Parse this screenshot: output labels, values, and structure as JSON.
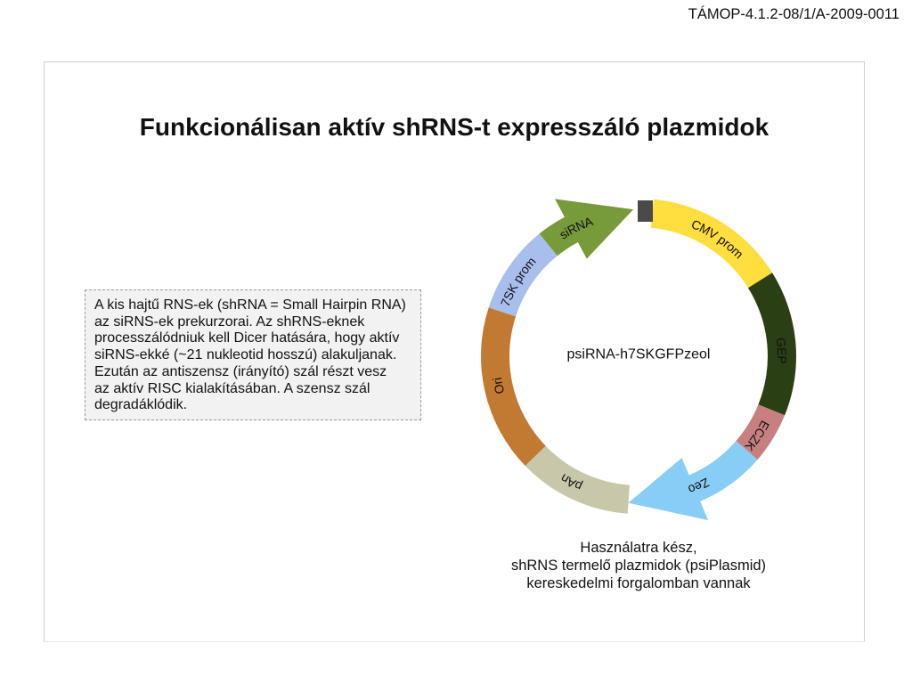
{
  "header": {
    "project_code": "TÁMOP-4.1.2-08/1/A-2009-0011"
  },
  "slide": {
    "title": "Funkcionálisan aktív shRNS-t expresszáló plazmidok",
    "explanation": {
      "lines": [
        "A kis hajtű RNS-ek (shRNA = Small Hairpin RNA)",
        "az siRNS-ek prekurzorai. Az shRNS-eknek",
        "processzálódniuk kell Dicer hatására, hogy aktív",
        "siRNS-ekké (~21 nukleotid hosszú) alakuljanak.",
        "Ezután az antiszensz (irányító) szál részt vesz",
        "az aktív RISC kialakításában. A szensz szál",
        "degradáklódik."
      ]
    },
    "plasmid": {
      "name": "psiRNA-h7SKGFPzeol",
      "marker_color": "#4A4A4A",
      "segments": [
        {
          "label": "CMV prom",
          "color": "#FFDE3E"
        },
        {
          "label": "GEP",
          "color": "#2B3F14"
        },
        {
          "label": "ECZK",
          "color": "#C77F7F"
        },
        {
          "label": "Zeo",
          "color": "#88CDF6"
        },
        {
          "label": "pAn",
          "color": "#C9C7A9"
        },
        {
          "label": "Ori",
          "color": "#C27A32"
        },
        {
          "label": "7SK prom",
          "color": "#A8BFEE"
        },
        {
          "label": "siRNA",
          "color": "#779A3B"
        }
      ]
    },
    "caption": {
      "lines": [
        "Használatra kész,",
        "shRNS termelő plazmidok (psiPlasmid)",
        "kereskedelmi forgalomban vannak"
      ]
    }
  }
}
